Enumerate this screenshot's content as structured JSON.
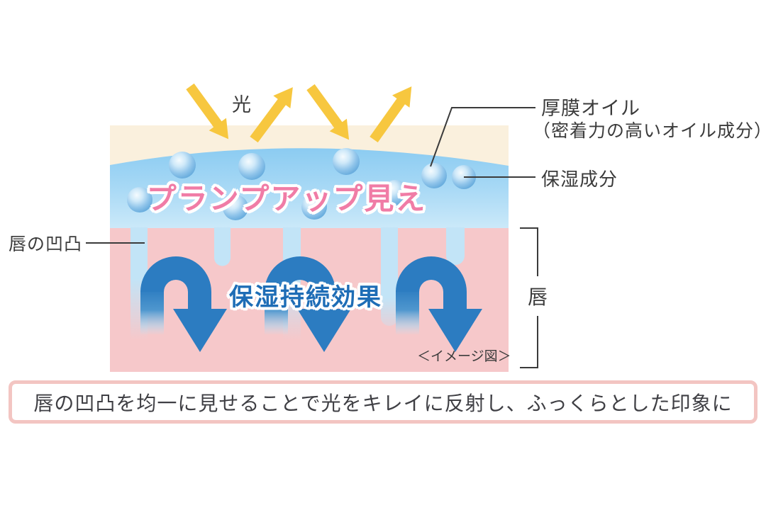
{
  "titles": {
    "plump": "プランプアップ見え",
    "moisture": "保湿持続効果"
  },
  "labels": {
    "light": "光",
    "oil_line1": "厚膜オイル",
    "oil_line2": "（密着力の高いオイル成分）",
    "moisturizing_ingredient": "保湿成分",
    "lip_unevenness": "唇の凹凸",
    "lip": "唇",
    "image_note": "＜イメージ図＞"
  },
  "caption": "唇の凹凸を均一に見せることで光をキレイに反射し、ふっくらとした印象に",
  "colors": {
    "cream_layer": "#FAF0DD",
    "gloss_layer_top": "#82C7F0",
    "gloss_layer_bottom": "#CBE9F9",
    "lip_layer": "#F6C8CA",
    "groove_blue": "#C2E4F7",
    "circulation_arrow_blue": "#2C7CC1",
    "light_arrow_yellow": "#F7C73F",
    "plump_text_pink": "#F07CA6",
    "moisture_text_blue": "#1E6DB6",
    "label_text": "#3B3B3B",
    "caption_border_pink": "#F3C5C2"
  }
}
